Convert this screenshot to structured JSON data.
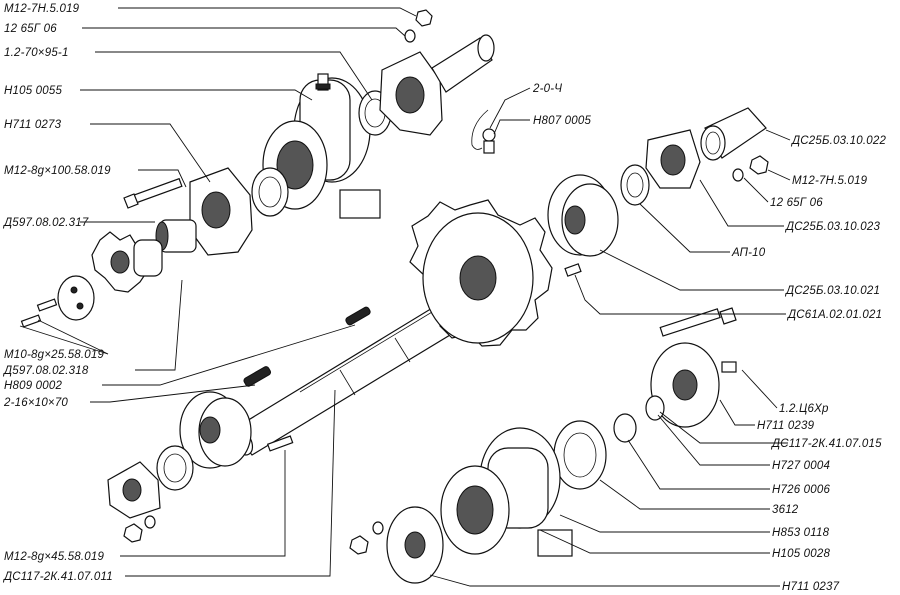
{
  "callouts": [
    {
      "id": "c01",
      "text": "М12-7Н.5.019"
    },
    {
      "id": "c02",
      "text": "12 65Г 06"
    },
    {
      "id": "c03",
      "text": "1.2-70×95-1"
    },
    {
      "id": "c04",
      "text": "Н105 0055"
    },
    {
      "id": "c05",
      "text": "Н711 0273"
    },
    {
      "id": "c06",
      "text": "М12-8g×100.58.019"
    },
    {
      "id": "c07",
      "text": "Д597.08.02.317"
    },
    {
      "id": "c08",
      "text": "М10-8g×25.58.019"
    },
    {
      "id": "c09",
      "text": "Д597.08.02.318"
    },
    {
      "id": "c10",
      "text": "Н809 0002"
    },
    {
      "id": "c11",
      "text": "2-16×10×70"
    },
    {
      "id": "c12",
      "text": "М12-8g×45.58.019"
    },
    {
      "id": "c13",
      "text": "ДС117-2К.41.07.011"
    },
    {
      "id": "c14",
      "text": "2-0-Ч"
    },
    {
      "id": "c15",
      "text": "Н807 0005"
    },
    {
      "id": "c16",
      "text": "ДС25Б.03.10.022"
    },
    {
      "id": "c17",
      "text": "М12-7Н.5.019"
    },
    {
      "id": "c18",
      "text": "12 65Г 06"
    },
    {
      "id": "c19",
      "text": "ДС25Б.03.10.023"
    },
    {
      "id": "c20",
      "text": "АП-10"
    },
    {
      "id": "c21",
      "text": "ДС25Б.03.10.021"
    },
    {
      "id": "c22",
      "text": "ДС61А.02.01.021"
    },
    {
      "id": "c23",
      "text": "1.2.Ц6Хр"
    },
    {
      "id": "c24",
      "text": "Н711 0239"
    },
    {
      "id": "c25",
      "text": "ДС117-2К.41.07.015"
    },
    {
      "id": "c26",
      "text": "Н727 0004"
    },
    {
      "id": "c27",
      "text": "Н726 0006"
    },
    {
      "id": "c28",
      "text": "3612"
    },
    {
      "id": "c29",
      "text": "Н853 0118"
    },
    {
      "id": "c30",
      "text": "Н105 0028"
    },
    {
      "id": "c31",
      "text": "Н711 0237"
    }
  ]
}
